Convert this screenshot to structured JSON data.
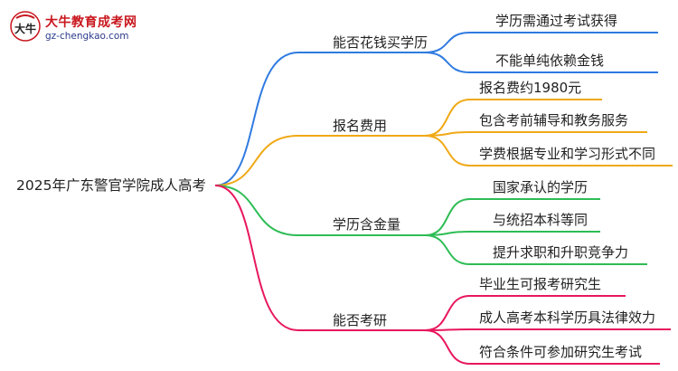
{
  "logo": {
    "title": "大牛教育成考网",
    "url": "gz-chengkao.com",
    "mark_text": "大牛"
  },
  "root": "2025年广东警官学院成人高考",
  "branches": [
    {
      "label": "能否花钱买学历",
      "color": "#2f7be0",
      "children": [
        "学历需通过考试获得",
        "不能单纯依赖金钱"
      ]
    },
    {
      "label": "报名费用",
      "color": "#f0a915",
      "children": [
        "报名费约1980元",
        "包含考前辅导和教务服务",
        "学费根据专业和学习形式不同"
      ]
    },
    {
      "label": "学历含金量",
      "color": "#2ebd55",
      "children": [
        "国家承认的学历",
        "与统招本科等同",
        "提升求职和升职竞争力"
      ]
    },
    {
      "label": "能否考研",
      "color": "#e8175d",
      "children": [
        "毕业生可报考研究生",
        "成人高考本科学历具法律效力",
        "符合条件可参加研究生考试"
      ]
    }
  ]
}
